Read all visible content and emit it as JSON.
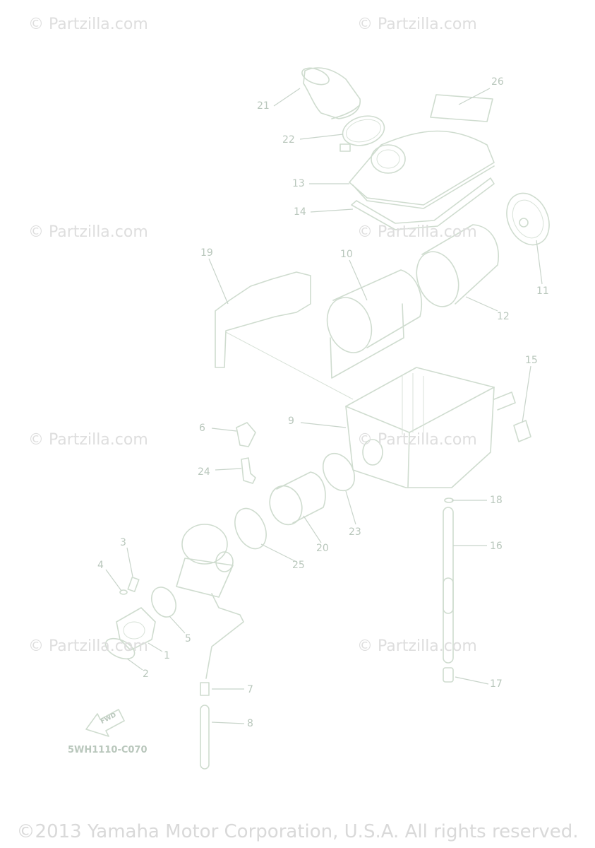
{
  "watermark_text": "© Partzilla.com",
  "callouts": {
    "c1": "1",
    "c2": "2",
    "c3": "3",
    "c4": "4",
    "c5": "5",
    "c6": "6",
    "c7": "7",
    "c8": "8",
    "c9": "9",
    "c10": "10",
    "c11": "11",
    "c12": "12",
    "c13": "13",
    "c14": "14",
    "c15": "15",
    "c16": "16",
    "c17": "17",
    "c18": "18",
    "c19": "19",
    "c20": "20",
    "c21": "21",
    "c22": "22",
    "c23": "23",
    "c24": "24",
    "c25": "25",
    "c26": "26"
  },
  "fwd_label": "FWD",
  "diagram_code": "5WH1110-C070",
  "copyright": "©2013 Yamaha Motor Corporation, U.S.A. All rights reserved."
}
